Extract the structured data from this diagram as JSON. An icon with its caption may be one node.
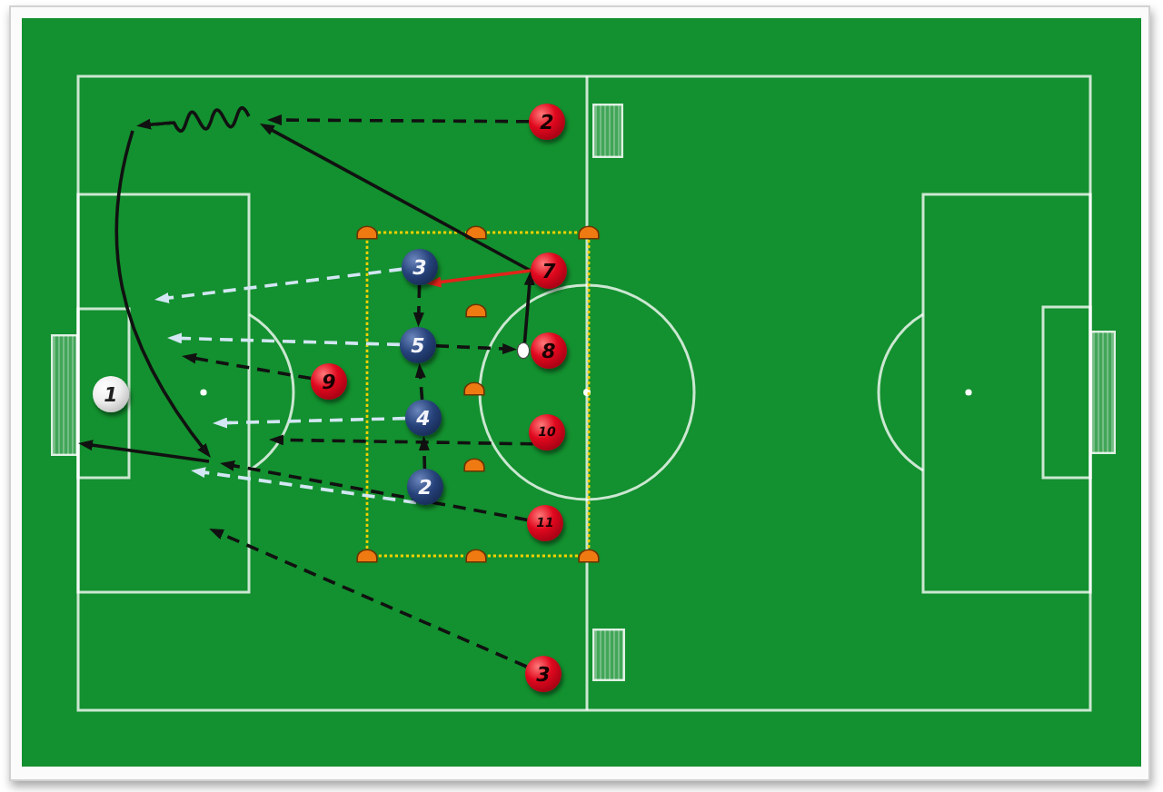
{
  "diagram": {
    "nodes": [
      {
        "text": [
          "2"
        ]
      },
      {
        "text": [
          "3"
        ]
      },
      {
        "text": [
          "7"
        ]
      },
      {
        "text": [
          "5"
        ]
      },
      {
        "text": [],
        "shape": "ball"
      },
      {
        "text": [
          "8"
        ]
      },
      {
        "text": [
          "9"
        ]
      },
      {
        "text": [],
        "shape": "goal"
      },
      {
        "text": [
          "1"
        ]
      },
      {
        "text": [
          "4"
        ]
      },
      {
        "text": [
          "10"
        ]
      },
      {
        "text": [
          "2"
        ]
      },
      {
        "text": [
          "11"
        ]
      },
      {
        "text": [
          "3"
        ]
      },
      {
        "text": [],
        "shape": "goal"
      },
      {
        "text": [],
        "shape": "goal"
      },
      {
        "text": [],
        "shape": "goal"
      }
    ],
    "edges": [
      {
        "from": 0,
        "to": null,
        "arrow": "to",
        "style": "dashed"
      },
      {
        "from": 2,
        "to": null,
        "arrow": "to"
      },
      {
        "from": 1,
        "to": null,
        "arrow": "to",
        "style": "dashed",
        "color": "#d2e6f3"
      },
      {
        "from": 1,
        "to": 3,
        "arrow": "to",
        "style": "dashed"
      },
      {
        "from": 2,
        "to": 1,
        "arrow": "to",
        "color": "#e2231a"
      },
      {
        "from": 4,
        "to": 2,
        "arrow": "to"
      },
      {
        "from": 3,
        "to": null,
        "arrow": "to",
        "style": "dashed",
        "color": "#d2e6f3"
      },
      {
        "from": 3,
        "to": 4,
        "arrow": "to",
        "style": "dashed"
      },
      {
        "from": 6,
        "to": null,
        "arrow": "to",
        "style": "dashed"
      },
      {
        "from": 9,
        "to": 3,
        "arrow": "to",
        "style": "dashed"
      },
      {
        "from": 9,
        "to": null,
        "arrow": "to",
        "style": "dashed",
        "color": "#d2e6f3"
      },
      {
        "from": 10,
        "to": null,
        "arrow": "to",
        "style": "dashed"
      },
      {
        "from": null,
        "to": 7,
        "arrow": "to"
      },
      {
        "from": 11,
        "to": 9,
        "arrow": "to",
        "style": "dashed"
      },
      {
        "from": 11,
        "to": null,
        "arrow": "to",
        "style": "dashed",
        "color": "#d2e6f3"
      },
      {
        "from": 12,
        "to": null,
        "arrow": "to",
        "style": "dashed"
      },
      {
        "from": 13,
        "to": null,
        "arrow": "to",
        "style": "dashed"
      }
    ]
  }
}
